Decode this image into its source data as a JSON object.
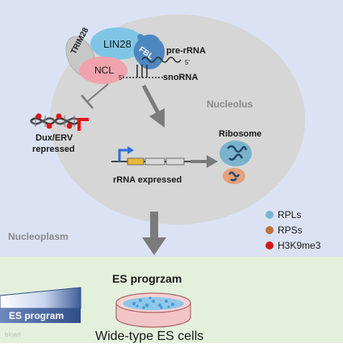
{
  "regions": {
    "nucleolus": "Nucleolus",
    "nucleoplasm": "Nucleoplasm"
  },
  "proteins": {
    "trim28": "TRIM28",
    "lin28": "LIN28",
    "ncl": "NCL",
    "fbl": "FBL"
  },
  "rna": {
    "pre_rrna": "pre-rRNA",
    "snorna": "snoRNA",
    "five_prime_top": "5'",
    "five_prime_bottom": "5'"
  },
  "labels": {
    "dux_erv": "Dux/ERV",
    "repressed": "repressed",
    "rrna_expressed": "rRNA expressed",
    "ribosome": "Ribosome",
    "es_program_title": "ES progrzam",
    "es_program_bar": "ES program",
    "wide_type": "Wide-type ES cells",
    "watermark": "bioart"
  },
  "legend": [
    {
      "label": "RPLs",
      "color": "#79b4cc"
    },
    {
      "label": "RPSs",
      "color": "#c1713a"
    },
    {
      "label": "H3K9me3",
      "color": "#d41a1a"
    }
  ],
  "colors": {
    "nucleoplasm_bg": "#dbe2f3",
    "nucleolus": "#d6d6d6",
    "bottom_bg": "#e3f0dc",
    "lin28": "#7fc6e6",
    "ncl": "#f0a3ad",
    "fbl": "#4e87c0",
    "trim28": "#c7c7c7",
    "arrow": "#7b7b7b",
    "promoter_arrow": "#2b6fd6",
    "gene_box": "#e8b73a",
    "repress_red": "#e0141b",
    "dish": "#f3c6c6"
  }
}
